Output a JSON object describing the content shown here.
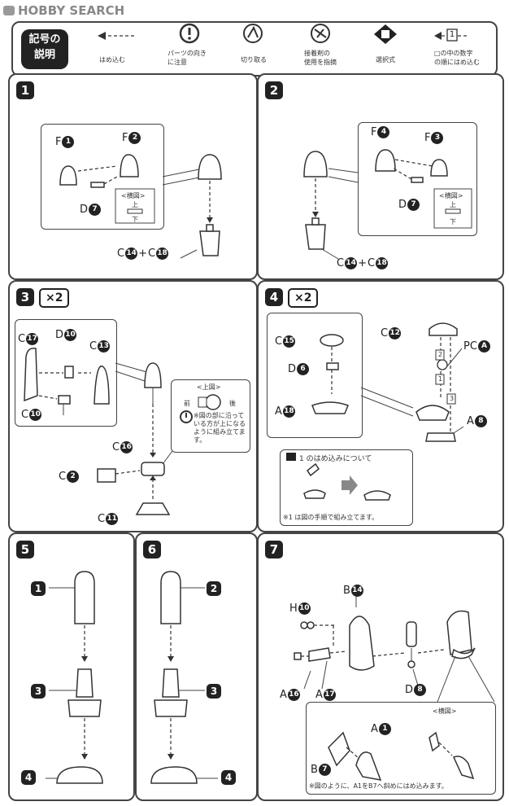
{
  "watermark": {
    "text": "HOBBY SEARCH"
  },
  "legend": {
    "title_line1": "記号の",
    "title_line2": "説明",
    "items": [
      {
        "icon": "dashed-arrow-icon",
        "label": "はめ込む"
      },
      {
        "icon": "exclamation-icon",
        "label1": "パーツの向き",
        "label2": "に注意"
      },
      {
        "icon": "cut-icon",
        "label": "切り取る"
      },
      {
        "icon": "adhesive-icon",
        "label1": "接着剤の",
        "label2": "使用を指摘"
      },
      {
        "icon": "select-icon",
        "label": "選択式"
      },
      {
        "icon": "numbered-arrow-icon",
        "number": "1",
        "label1": "□の中の数字",
        "label2": "の順にはめ込む"
      }
    ]
  },
  "steps": {
    "s1": {
      "num": "1",
      "parts": [
        "F",
        "1",
        "F",
        "2",
        "D",
        "7",
        "C",
        "14",
        "C",
        "18"
      ],
      "sideview": "<横図>",
      "top": "上",
      "bottom": "下"
    },
    "s2": {
      "num": "2",
      "parts": [
        "F",
        "4",
        "F",
        "3",
        "D",
        "7",
        "C",
        "14",
        "C",
        "18"
      ],
      "sideview": "<横図>",
      "top": "上",
      "bottom": "下"
    },
    "s3": {
      "num": "3",
      "mult": "×2",
      "parts": [
        "C",
        "17",
        "D",
        "10",
        "C",
        "13",
        "C",
        "10",
        "C",
        "16",
        "C",
        "2",
        "C",
        "11"
      ],
      "topview": "<上図>",
      "front": "前",
      "back": "後",
      "note": "※図の部に沿っている方が上になるように組み立てます。"
    },
    "s4": {
      "num": "4",
      "mult": "×2",
      "parts": [
        "C",
        "15",
        "D",
        "6",
        "A",
        "18",
        "C",
        "12",
        "PC",
        "A",
        "A",
        "8"
      ],
      "seq": [
        "2",
        "1",
        "3"
      ],
      "warn_title": "1 のはめ込みについて",
      "warn_note": "※1 は図の手順で組み立てます。"
    },
    "s5": {
      "num": "5",
      "order": [
        "1",
        "3",
        "4"
      ]
    },
    "s6": {
      "num": "6",
      "order": [
        "2",
        "3",
        "4"
      ]
    },
    "s7": {
      "num": "7",
      "parts": [
        "H",
        "10",
        "B",
        "14",
        "A",
        "16",
        "A",
        "17",
        "D",
        "8",
        "A",
        "1",
        "B",
        "7"
      ],
      "sideview": "<横図>",
      "note": "※図のように、A1をB7へ斜めにはめ込みます。"
    }
  }
}
